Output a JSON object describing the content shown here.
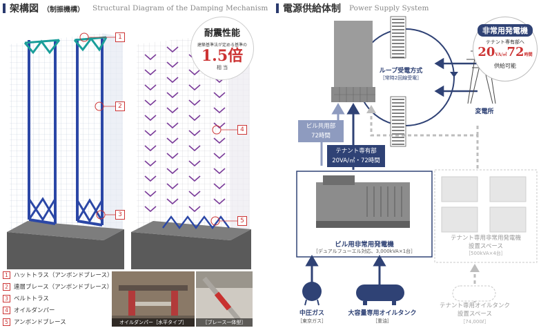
{
  "left": {
    "title": "架構図",
    "title_sub": "（制振機構）",
    "title_en": "Structural Diagram of the Damping Mechanism",
    "badge": {
      "title": "耐震性能",
      "desc": "建築基準法が定める基準の",
      "value": "1.5倍",
      "suffix": "相 当"
    },
    "tags": [
      "1",
      "2",
      "3",
      "4",
      "5"
    ],
    "legend": [
      {
        "num": "1",
        "label": "ハットトラス（アンボンドブレース）"
      },
      {
        "num": "2",
        "label": "連層ブレース（アンボンドブレース）"
      },
      {
        "num": "3",
        "label": "ベルトトラス"
      },
      {
        "num": "4",
        "label": "オイルダンパー"
      },
      {
        "num": "5",
        "label": "アンボンドブレース"
      }
    ],
    "photo1_caption": "オイルダンパー［水平タイプ］",
    "photo2_caption": "［ブレース一体型］"
  },
  "right": {
    "title": "電源供給体制",
    "title_en": "Power Supply System",
    "badge": {
      "title": "非常用発電機",
      "desc": "テナント専有部へ",
      "value": "20",
      "unit": "VA/㎡",
      "value2": "72",
      "unit2": "時間",
      "suffix": "供給可能"
    },
    "loop_label": "ループ受電方式",
    "loop_sub": "［常時2回線受電］",
    "substation": "変電所",
    "shared_label": "ビル共用部",
    "shared_hours": "72時間",
    "tenant_label": "テナント専有部",
    "tenant_value": "20VA/㎡・72時間",
    "gen_main": "ビル用非常用発電機",
    "gen_main_sub": "［デュアルフューエル対応、3,000kVA×1台］",
    "gen_tenant": "テナント専用非常用発電機",
    "gen_tenant2": "設置スペース",
    "gen_tenant_sub": "［500kVA×4台］",
    "gas_label": "中圧ガス",
    "gas_sub": "［東京ガス］",
    "oil_label": "大容量専用オイルタンク",
    "oil_sub": "［重油］",
    "tank_label": "テナント専用オイルタンク",
    "tank_label2": "設置スペース",
    "tank_sub": "［74,000ℓ］"
  },
  "colors": {
    "navy": "#2f4275",
    "red": "#c33333",
    "grey": "#b9b9b9"
  }
}
